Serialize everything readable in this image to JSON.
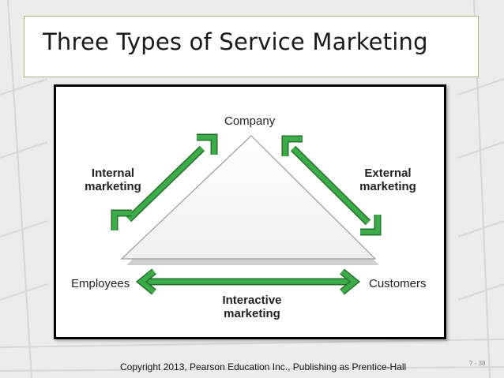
{
  "slide": {
    "title": "Three Types of Service Marketing",
    "copyright": "Copyright  2013, Pearson Education Inc., Publishing as Prentice-Hall",
    "page_number": "7 - 38"
  },
  "diagram": {
    "nodes": {
      "company": "Company",
      "employees": "Employees",
      "customers": "Customers"
    },
    "edges": {
      "internal_1": "Internal",
      "internal_2": "marketing",
      "external_1": "External",
      "external_2": "marketing",
      "interactive_1": "Interactive",
      "interactive_2": "marketing"
    },
    "colors": {
      "arrow": "#3aad48",
      "arrow_outline": "#2a6e30",
      "triangle_fill": "#ffffff",
      "triangle_edge": "#9a9a9a"
    }
  }
}
